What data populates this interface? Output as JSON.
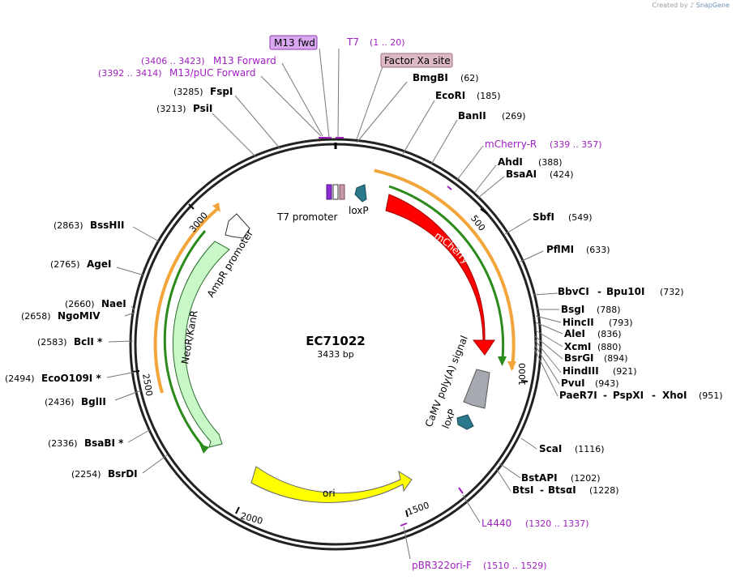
{
  "watermark": {
    "created_by": "Created by",
    "brand": "SnapGene"
  },
  "plasmid": {
    "name": "EC71022",
    "size_label": "3433 bp",
    "length": 3433
  },
  "ticks": [
    {
      "bp": 500,
      "label": "500"
    },
    {
      "bp": 1000,
      "label": "1000"
    },
    {
      "bp": 1500,
      "label": "1500"
    },
    {
      "bp": 2000,
      "label": "2000"
    },
    {
      "bp": 2500,
      "label": "2500"
    },
    {
      "bp": 3000,
      "label": "3000"
    }
  ],
  "boxed_labels": [
    {
      "text": "M13 fwd",
      "fill": "#d9a8f0",
      "stroke": "#8a3fb0"
    },
    {
      "text": "Factor Xa site",
      "fill": "#ddb8c6",
      "stroke": "#a07080"
    }
  ],
  "top_primers": [
    {
      "name": "T7",
      "pos": "(1 .. 20)"
    },
    {
      "name": "M13 Forward",
      "pos": "(3406 .. 3423)"
    },
    {
      "name": "M13/pUC Forward",
      "pos": "(3392 .. 3414)"
    }
  ],
  "other_primers": [
    {
      "name": "mCherry-R",
      "pos": "(339 .. 357)"
    },
    {
      "name": "L4440",
      "pos": "(1320 .. 1337)"
    },
    {
      "name": "pBR322ori-F",
      "pos": "(1510 .. 1529)"
    }
  ],
  "sites_right": [
    {
      "name": "BmgBI",
      "pos": "(62)"
    },
    {
      "name": "EcoRI",
      "pos": "(185)"
    },
    {
      "name": "BanII",
      "pos": "(269)"
    },
    {
      "name": "AhdI",
      "pos": "(388)"
    },
    {
      "name": "BsaAI",
      "pos": "(424)"
    },
    {
      "name": "SbfI",
      "pos": "(549)"
    },
    {
      "name": "PflMI",
      "pos": "(633)"
    },
    {
      "name": "BbvCI",
      "name2": "Bpu10I",
      "pos": "(732)"
    },
    {
      "name": "BsgI",
      "pos": "(788)"
    },
    {
      "name": "HincII",
      "pos": "(793)"
    },
    {
      "name": "AleI",
      "pos": "(836)"
    },
    {
      "name": "XcmI",
      "pos": "(880)"
    },
    {
      "name": "BsrGI",
      "pos": "(894)"
    },
    {
      "name": "HindIII",
      "pos": "(921)"
    },
    {
      "name": "PvuI",
      "pos": "(943)"
    },
    {
      "name": "PaeR7I",
      "name2": "PspXI",
      "name3": "XhoI",
      "pos": "(951)"
    },
    {
      "name": "ScaI",
      "pos": "(1116)"
    },
    {
      "name": "BstAPI",
      "pos": "(1202)"
    },
    {
      "name": "BtsI",
      "name2": "BtsαI",
      "pos": "(1228)"
    }
  ],
  "sites_left": [
    {
      "name": "FspI",
      "pos": "(3285)"
    },
    {
      "name": "PsiI",
      "pos": "(3213)"
    },
    {
      "name": "BssHII",
      "pos": "(2863)"
    },
    {
      "name": "AgeI",
      "pos": "(2765)"
    },
    {
      "name": "NaeI",
      "pos": "(2660)"
    },
    {
      "name": "NgoMIV",
      "pos": "(2658)"
    },
    {
      "name": "BclI *",
      "pos": "(2583)"
    },
    {
      "name": "EcoO109I *",
      "pos": "(2494)"
    },
    {
      "name": "BglII",
      "pos": "(2436)"
    },
    {
      "name": "BsaBI *",
      "pos": "(2336)"
    },
    {
      "name": "BsrDI",
      "pos": "(2254)"
    }
  ],
  "features": [
    {
      "name": "mCherry",
      "color": "#ff0000"
    },
    {
      "name": "NeoR/KanR",
      "color": "#c8f8c8"
    },
    {
      "name": "AmpR promoter",
      "color": "#ffffff"
    },
    {
      "name": "ori",
      "color": "#ffff00"
    },
    {
      "name": "CaMV poly(A) signal",
      "color": "#a6a9b0"
    },
    {
      "name": "loxP",
      "color": "#2b7a8c"
    },
    {
      "name": "loxP",
      "color": "#2b7a8c"
    },
    {
      "name": "T7 promoter",
      "color": "#ffffff"
    }
  ],
  "colors": {
    "primer": "#a020c0",
    "orf_orange": "#f2a53a",
    "orf_green": "#2a8a1a"
  }
}
